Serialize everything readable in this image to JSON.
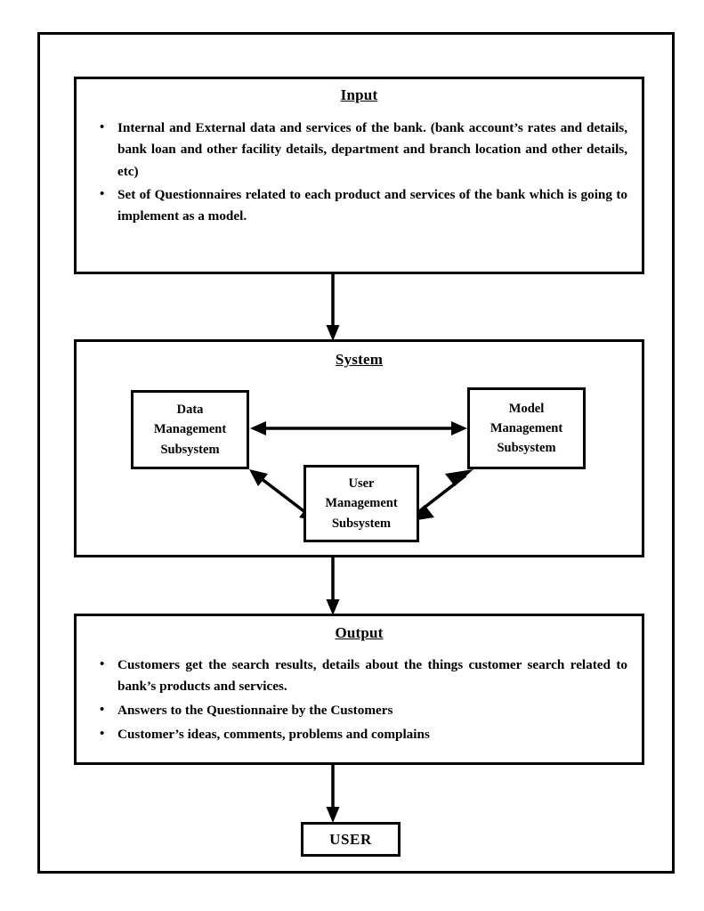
{
  "diagram": {
    "title_input": "Input",
    "title_system": "System",
    "title_output": "Output",
    "user_label": "USER",
    "input_bullets": [
      "Internal and External data and services of the bank. (bank account’s rates and details, bank loan and other facility details, department and branch location and other details, etc)",
      "Set of Questionnaires related to each product and services of the bank which is going to implement as a model."
    ],
    "output_bullets": [
      "Customers get the search results, details about the things customer search related to bank’s products and services.",
      "Answers to the Questionnaire by the Customers",
      "Customer’s ideas, comments, problems and complains"
    ],
    "subsystems": {
      "data": "Data\nManagement\nSubsystem",
      "data_line1": "Data",
      "data_line2": "Management",
      "data_line3": "Subsystem",
      "model_line1": "Model",
      "model_line2": "Management",
      "model_line3": "Subsystem",
      "user_line1": "User",
      "user_line2": "Management",
      "user_line3": "Subsystem"
    },
    "colors": {
      "line": "#000000",
      "background": "#ffffff",
      "text": "#000000"
    }
  }
}
